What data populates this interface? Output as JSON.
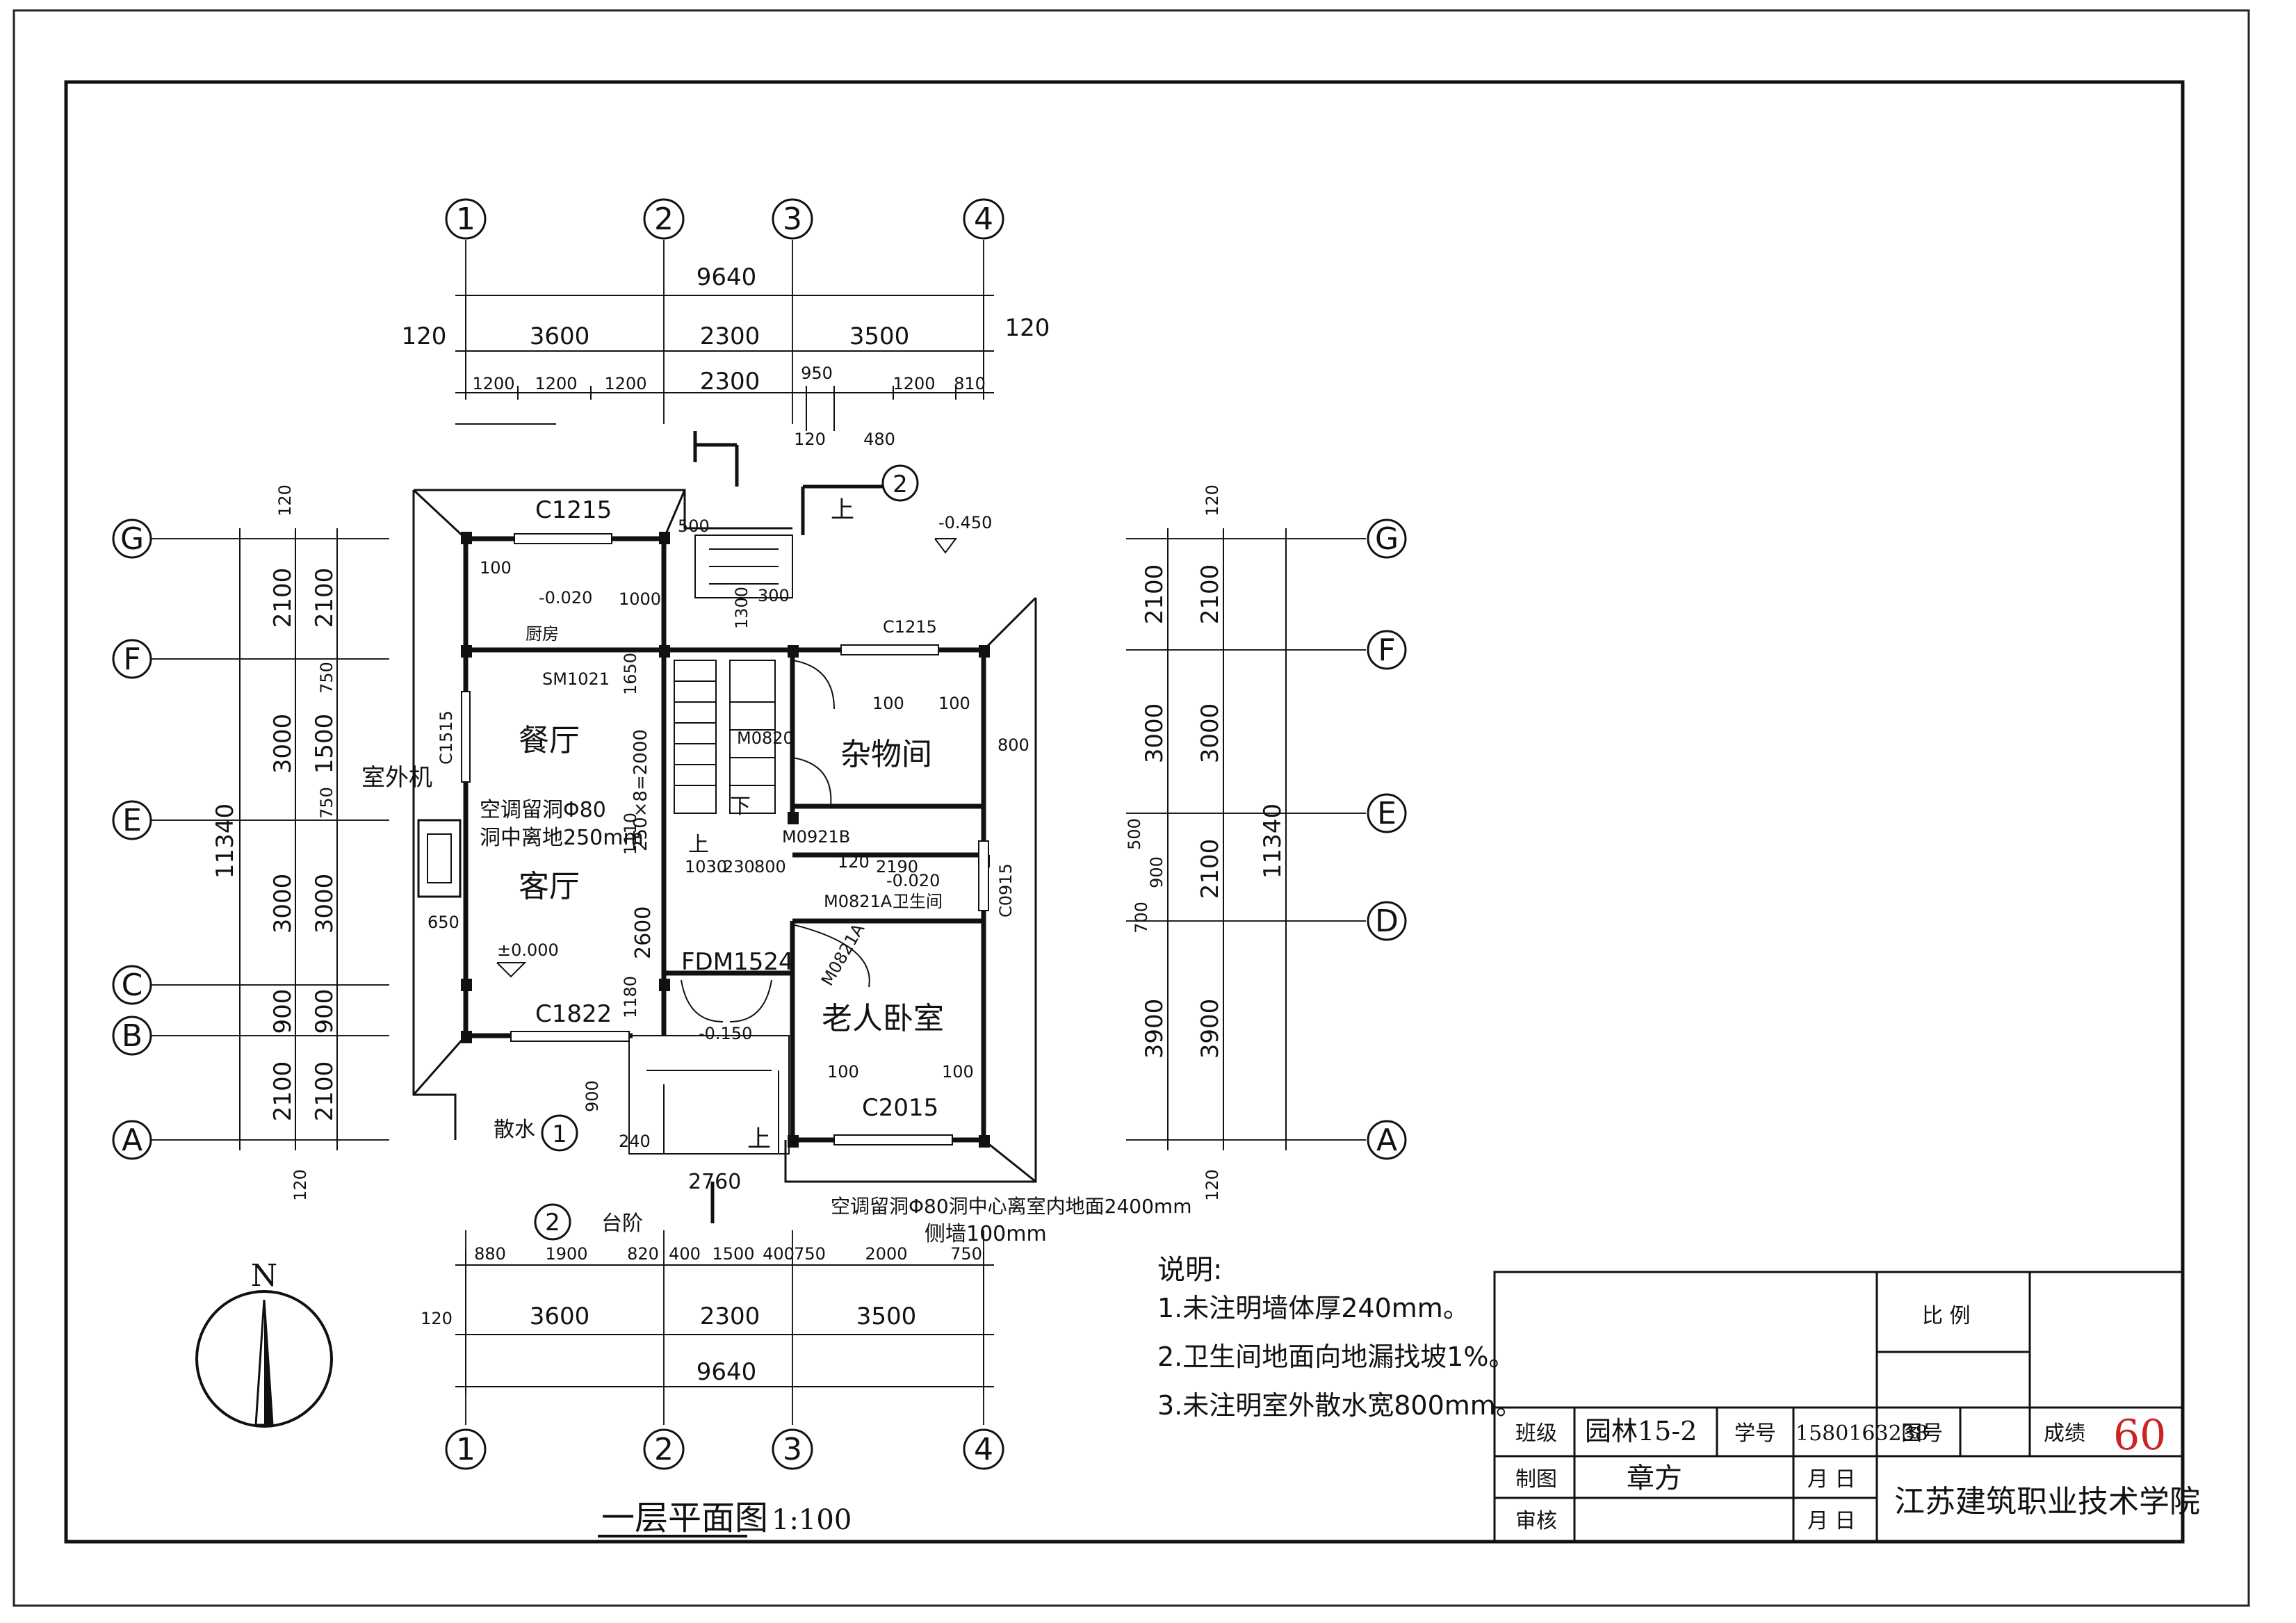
{
  "drawing": {
    "title": "一层平面图",
    "scale_text": "1:100",
    "north": "N"
  },
  "axes_x": [
    "1",
    "2",
    "3",
    "4"
  ],
  "axes_y": [
    "G",
    "F",
    "E",
    "D",
    "C",
    "B",
    "A"
  ],
  "dims_top": {
    "total": "9640",
    "main": [
      "3600",
      "2300",
      "3500"
    ],
    "ext_left": "120",
    "ext_right": "120",
    "detail": [
      "1200",
      "1200",
      "1200",
      "2300",
      "950",
      "1200",
      "810"
    ],
    "sub": [
      "120",
      "480"
    ]
  },
  "dims_bottom": {
    "total": "9640",
    "main": [
      "3600",
      "2300",
      "3500"
    ],
    "ext_left": "120",
    "detail": [
      "880",
      "1900",
      "820",
      "400",
      "1500",
      "400",
      "750",
      "2000",
      "750"
    ]
  },
  "dims_left": {
    "total": "11340",
    "main": [
      "2100",
      "3000",
      "3000",
      "900",
      "2100"
    ],
    "inner": [
      "2100",
      "750",
      "1500",
      "750",
      "3000",
      "900",
      "2100"
    ],
    "ext_top": "120",
    "ext_bottom": "120"
  },
  "dims_right": {
    "total": "11340",
    "main": [
      "2100",
      "3000",
      "2100",
      "3900"
    ],
    "inner": [
      "2100",
      "3000",
      "500",
      "900",
      "700",
      "2100",
      "3900"
    ],
    "ext_top": "120",
    "ext_bottom": "120"
  },
  "rooms": {
    "kitchen": "厨房",
    "dining": "餐厅",
    "living": "客厅",
    "storage": "杂物间",
    "bath": "卫生间",
    "elder_bedroom": "老人卧室"
  },
  "openings": {
    "c1215_a": "C1215",
    "c1215_b": "C1215",
    "sm1021": "SM1021",
    "c1515": "C1515",
    "m0921b": "M0921B",
    "m0821a_1": "M0821A",
    "m0821a_2": "M0821A",
    "c0915": "C0915",
    "fdm1524": "FDM1524",
    "c1822": "C1822",
    "c2015": "C2015",
    "m0820": "M0820"
  },
  "levels": {
    "outdoor": "-0.450",
    "ground": "±0.000",
    "entry": "-0.150",
    "kitchen": "-0.020",
    "bath": "-0.020"
  },
  "notes_on_plan": {
    "ac_hole_1": "空调留洞Φ80",
    "ac_hole_2": "洞中离地250mm",
    "outdoor_unit": "室外机",
    "stair_spec": "250×8=2000",
    "ac_bottom_1": "空调留洞Φ80洞中心离室内地面2400mm",
    "ac_bottom_2": "侧墙100mm",
    "up": "上",
    "up2": "上",
    "up3": "上",
    "down": "下",
    "apron": "散水",
    "steps": "台阶",
    "section_1": "1",
    "section_2": "2",
    "detail_1": "1",
    "detail_2": "2",
    "dim_2600": "2600",
    "dim_2760": "2760",
    "dim_1030": "1030",
    "dim_230": "230",
    "dim_800": "800",
    "dim_650": "650",
    "dim_1000": "1000",
    "dim_500": "500",
    "dim_300": "300",
    "dim_1300": "1300",
    "dim_240": "240",
    "dim_2190": "2190",
    "dim_120": "120",
    "dim_100": "100",
    "dim_1650": "1650",
    "dim_1110": "1110",
    "dim_1180": "1180",
    "dim_900": "900"
  },
  "legend": {
    "title": "说明:",
    "items": [
      "1.未注明墙体厚240mm。",
      "2.卫生间地面向地漏找坡1%。",
      "3.未注明室外散水宽800mm。"
    ]
  },
  "title_block": {
    "scale_label": "比 例",
    "class_label": "班级",
    "class_value": "园林15-2",
    "student_id_label": "学号",
    "student_id_value": "1580163238",
    "drawing_no_label": "图号",
    "grade_label": "成绩",
    "grade_value": "60",
    "drawn_label": "制图",
    "drawn_value": "章方",
    "month_day_1": "月 日",
    "review_label": "审核",
    "month_day_2": "月 日",
    "school": "江苏建筑职业技术学院"
  }
}
